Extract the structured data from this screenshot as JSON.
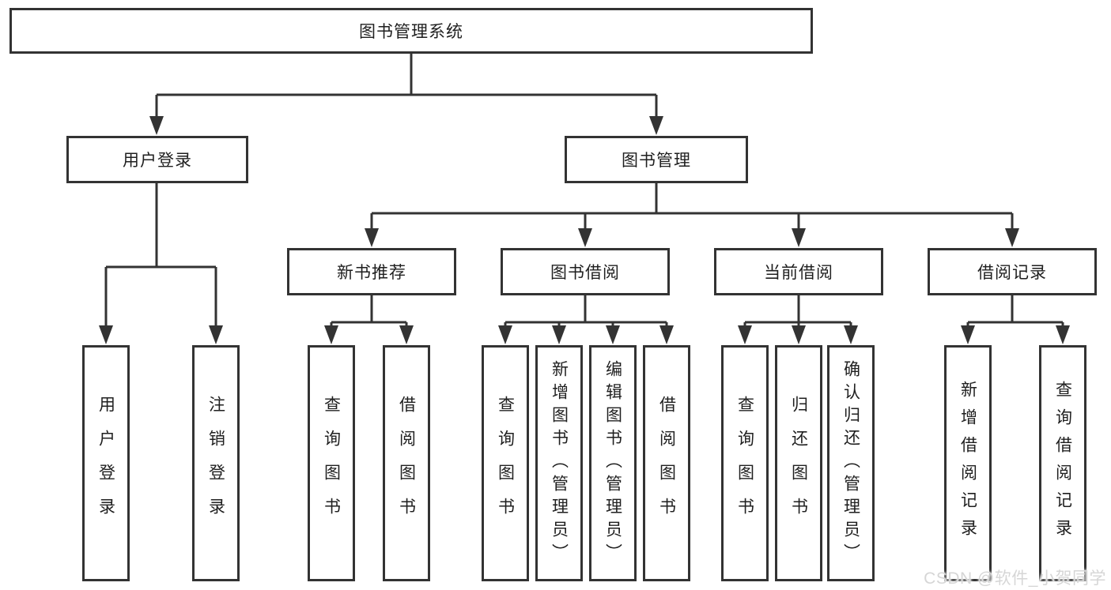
{
  "diagram": {
    "type": "hierarchy-tree",
    "colors": {
      "line": "#333333",
      "box_border": "#333333",
      "box_fill": "#ffffff",
      "text": "#1f1f1f",
      "background": "#ffffff",
      "watermark": "#d6d6d6"
    },
    "tree": {
      "label": "图书管理系统",
      "children": [
        {
          "label": "用户登录",
          "children": [
            {
              "label": "用户登录"
            },
            {
              "label": "注销登录"
            }
          ]
        },
        {
          "label": "图书管理",
          "children": [
            {
              "label": "新书推荐",
              "children": [
                {
                  "label": "查询图书"
                },
                {
                  "label": "借阅图书"
                }
              ]
            },
            {
              "label": "图书借阅",
              "children": [
                {
                  "label": "查询图书"
                },
                {
                  "label": "新增图书（管理员）"
                },
                {
                  "label": "编辑图书（管理员）"
                },
                {
                  "label": "借阅图书"
                }
              ]
            },
            {
              "label": "当前借阅",
              "children": [
                {
                  "label": "查询图书"
                },
                {
                  "label": "归还图书"
                },
                {
                  "label": "确认归还（管理员）"
                }
              ]
            },
            {
              "label": "借阅记录",
              "children": [
                {
                  "label": "新增借阅记录"
                },
                {
                  "label": "查询借阅记录"
                }
              ]
            }
          ]
        }
      ]
    },
    "watermark": {
      "text": "CSDN @软件_小贺同学"
    }
  }
}
